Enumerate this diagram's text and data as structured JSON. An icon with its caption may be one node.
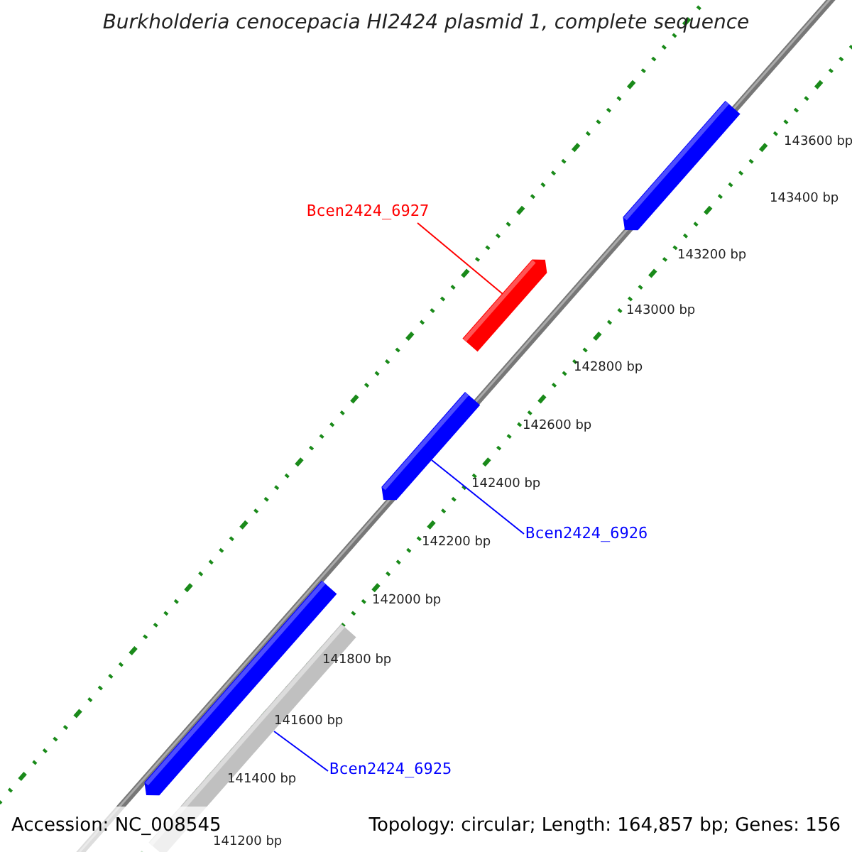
{
  "diagram": {
    "title": "Burkholderia cenocepacia HI2424 plasmid 1, complete sequence",
    "nodes": [
      {
        "text": [],
        "shape": "bar"
      },
      {
        "text": [
          "Bcen2424_6927"
        ]
      },
      {
        "text": [],
        "shape": "bar"
      },
      {
        "text": [],
        "shape": "bar"
      },
      {
        "text": [
          "Bcen2424_6926"
        ]
      },
      {
        "text": [],
        "shape": "bar"
      },
      {
        "text": [],
        "shape": "bar"
      },
      {
        "text": [
          "Bcen2424_6925"
        ]
      }
    ],
    "edges": [
      {
        "from": 1,
        "to": 2,
        "arrow": "none",
        "color": "#ff0000"
      },
      {
        "from": 4,
        "to": 3,
        "arrow": "none"
      },
      {
        "from": 7,
        "to": 6,
        "arrow": "none"
      }
    ],
    "labels": [
      "143600 bp",
      "143400 bp",
      "143200 bp",
      "143000 bp",
      "142800 bp",
      "142600 bp",
      "142400 bp",
      "142200 bp",
      "142000 bp",
      "141800 bp",
      "141600 bp",
      "141400 bp",
      "141200 bp",
      "Accession: NC_008545",
      "Topology: circular; Length: 164,857 bp; Genes: 156"
    ]
  }
}
